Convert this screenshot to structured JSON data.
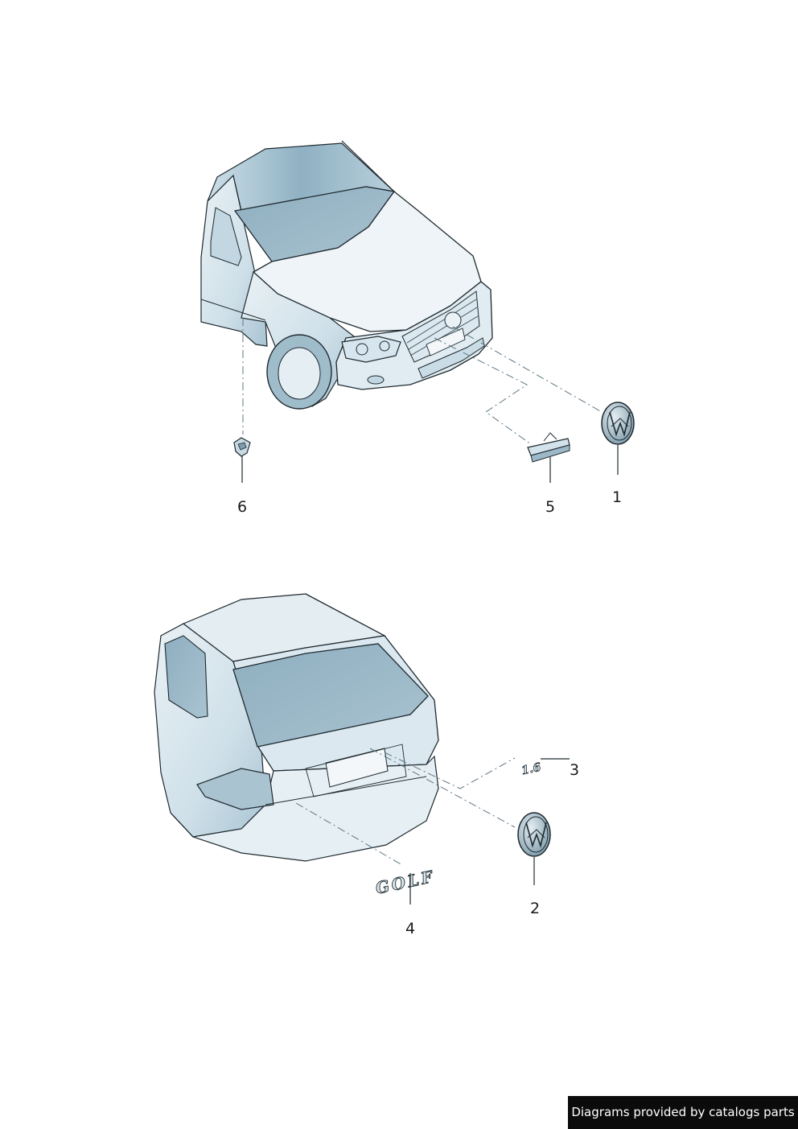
{
  "callouts": [
    {
      "number": "1",
      "part": "vw-emblem-front"
    },
    {
      "number": "2",
      "part": "vw-emblem-rear"
    },
    {
      "number": "3",
      "part": "engine-badge"
    },
    {
      "number": "4",
      "part": "model-lettering"
    },
    {
      "number": "5",
      "part": "grille-badge"
    },
    {
      "number": "6",
      "part": "fender-badge"
    }
  ],
  "badges": {
    "engine": "1.6",
    "model": "GOLF"
  },
  "footer": {
    "text": "Diagrams provided by catalogs parts"
  },
  "colors": {
    "body_tint": "#b9d2df",
    "glass": "#8fb1c3",
    "outline": "#1f2a30",
    "background": "#ffffff",
    "footer_bg": "#0b0b0b",
    "footer_text": "#ffffff"
  }
}
